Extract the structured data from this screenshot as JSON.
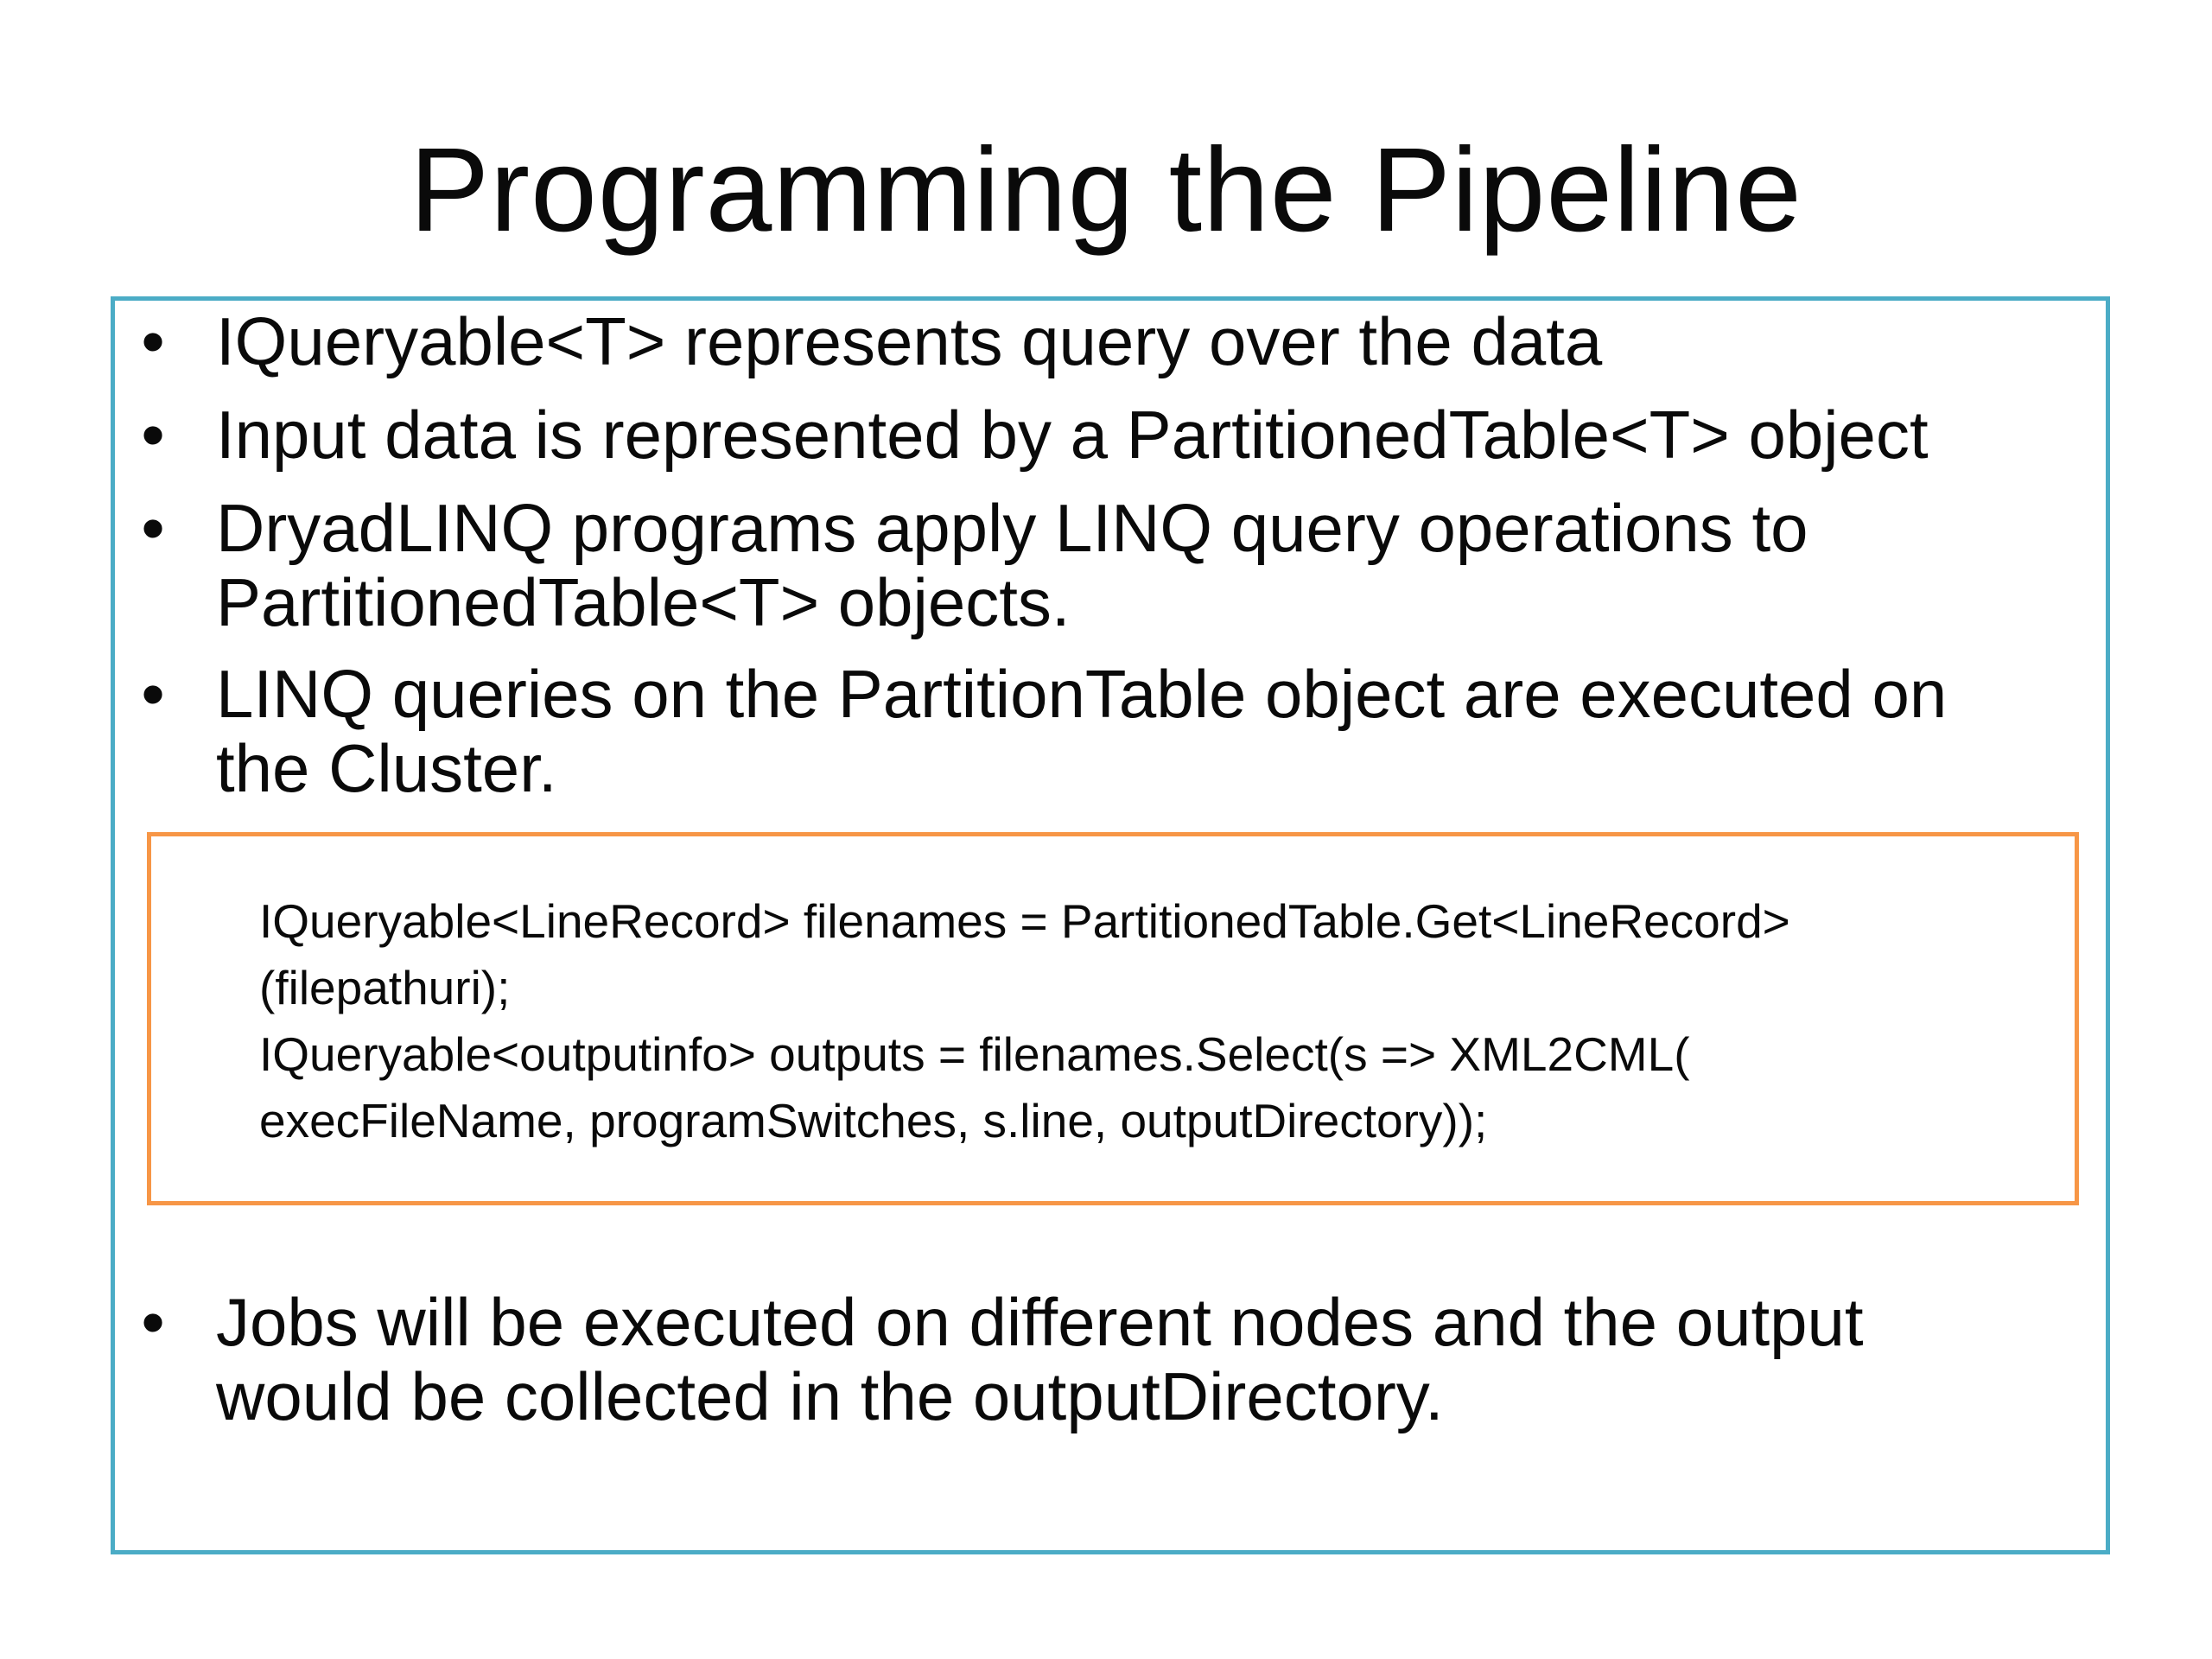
{
  "slide": {
    "title": "Programming the Pipeline",
    "colors": {
      "content_border": "#4bacc6",
      "code_border": "#f79646",
      "text": "#0a0a0a",
      "background": "#ffffff"
    },
    "bullets": [
      {
        "lines": [
          "IQueryable<T> represents query over the data"
        ]
      },
      {
        "lines": [
          "Input data is represented by a PartitionedTable<T> object"
        ]
      },
      {
        "lines": [
          "DryadLINQ programs apply LINQ query operations to",
          "PartitionedTable<T> objects."
        ]
      },
      {
        "lines": [
          "LINQ queries on the PartitionTable object are executed on",
          "the Cluster."
        ]
      }
    ],
    "code": {
      "lines": [
        "IQueryable<LineRecord> filenames =  PartitionedTable.Get<LineRecord>",
        "(filepathuri);",
        "IQueryable<outputinfo> outputs = filenames.Select(s => XML2CML(",
        "execFileName,  programSwitches, s.line, outputDirectory));"
      ]
    },
    "final_bullet": {
      "lines": [
        "Jobs will be executed on different nodes and the output",
        "would be collected in the outputDirectory."
      ]
    },
    "bullet_glyph": "•"
  }
}
